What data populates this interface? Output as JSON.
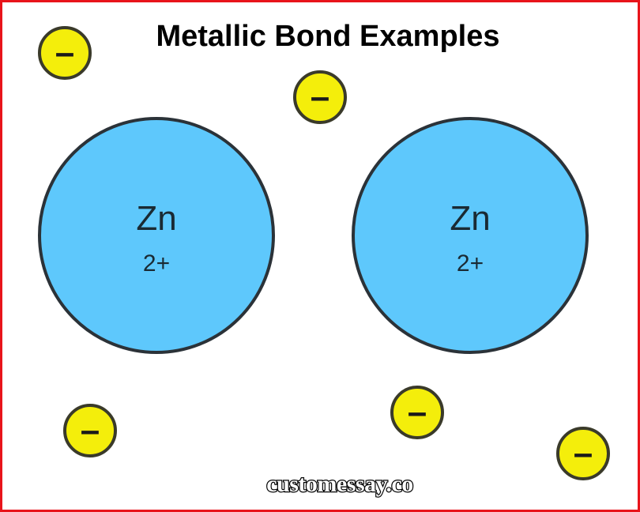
{
  "title": "Metallic Bond Examples",
  "colors": {
    "frame": "#e8141b",
    "ion_fill": "#5ec8fc",
    "ion_stroke": "#2b3238",
    "electron_fill": "#f4ee0b",
    "electron_stroke": "#3a3a2a",
    "text_dark": "#1a2a33"
  },
  "ions": [
    {
      "symbol": "Zn",
      "charge": "2+"
    },
    {
      "symbol": "Zn",
      "charge": "2+"
    }
  ],
  "electrons": [
    {
      "sign": "–"
    },
    {
      "sign": "–"
    },
    {
      "sign": "–"
    },
    {
      "sign": "–"
    },
    {
      "sign": "–"
    }
  ],
  "watermark": "customessay.co"
}
